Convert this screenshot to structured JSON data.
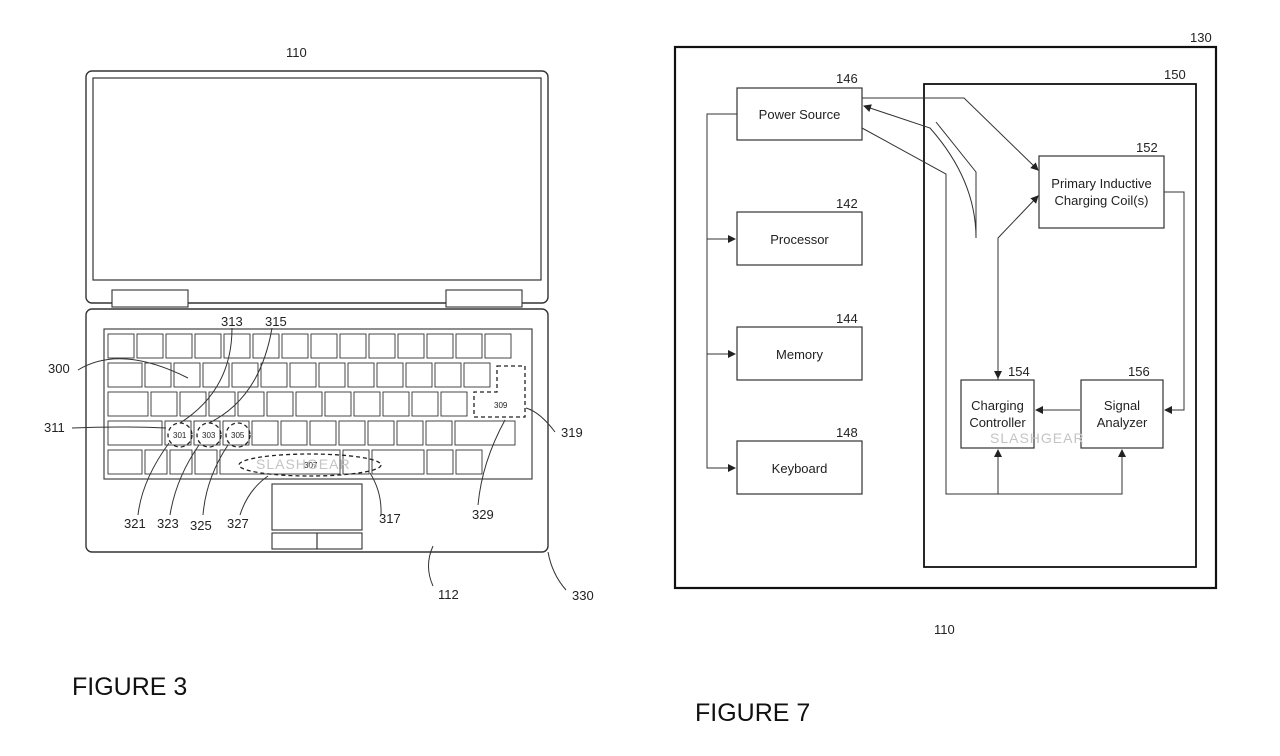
{
  "figure3": {
    "caption": "FIGURE 3",
    "refs": {
      "r110": "110",
      "r300": "300",
      "r311": "311",
      "r313": "313",
      "r315": "315",
      "r319": "319",
      "r321": "321",
      "r323": "323",
      "r325": "325",
      "r327": "327",
      "r317": "317",
      "r329": "329",
      "r112": "112",
      "r330": "330"
    },
    "key_labels": {
      "k301": "301",
      "k303": "303",
      "k305": "305",
      "k309": "309",
      "k307": "307"
    }
  },
  "figure7": {
    "caption": "FIGURE 7",
    "refs": {
      "r130": "130",
      "r150": "150",
      "r110": "110"
    },
    "blocks": {
      "power_source": {
        "ref": "146",
        "line1": "Power Source",
        "line2": ""
      },
      "processor": {
        "ref": "142",
        "line1": "Processor",
        "line2": ""
      },
      "memory": {
        "ref": "144",
        "line1": "Memory",
        "line2": ""
      },
      "keyboard": {
        "ref": "148",
        "line1": "Keyboard",
        "line2": ""
      },
      "coil": {
        "ref": "152",
        "line1": "Primary Inductive",
        "line2": "Charging Coil(s)"
      },
      "controller": {
        "ref": "154",
        "line1": "Charging",
        "line2": "Controller"
      },
      "analyzer": {
        "ref": "156",
        "line1": "Signal",
        "line2": "Analyzer"
      }
    }
  },
  "watermark": {
    "text1": "SLASHGEAR",
    "text2": "SLASHGEAR"
  }
}
